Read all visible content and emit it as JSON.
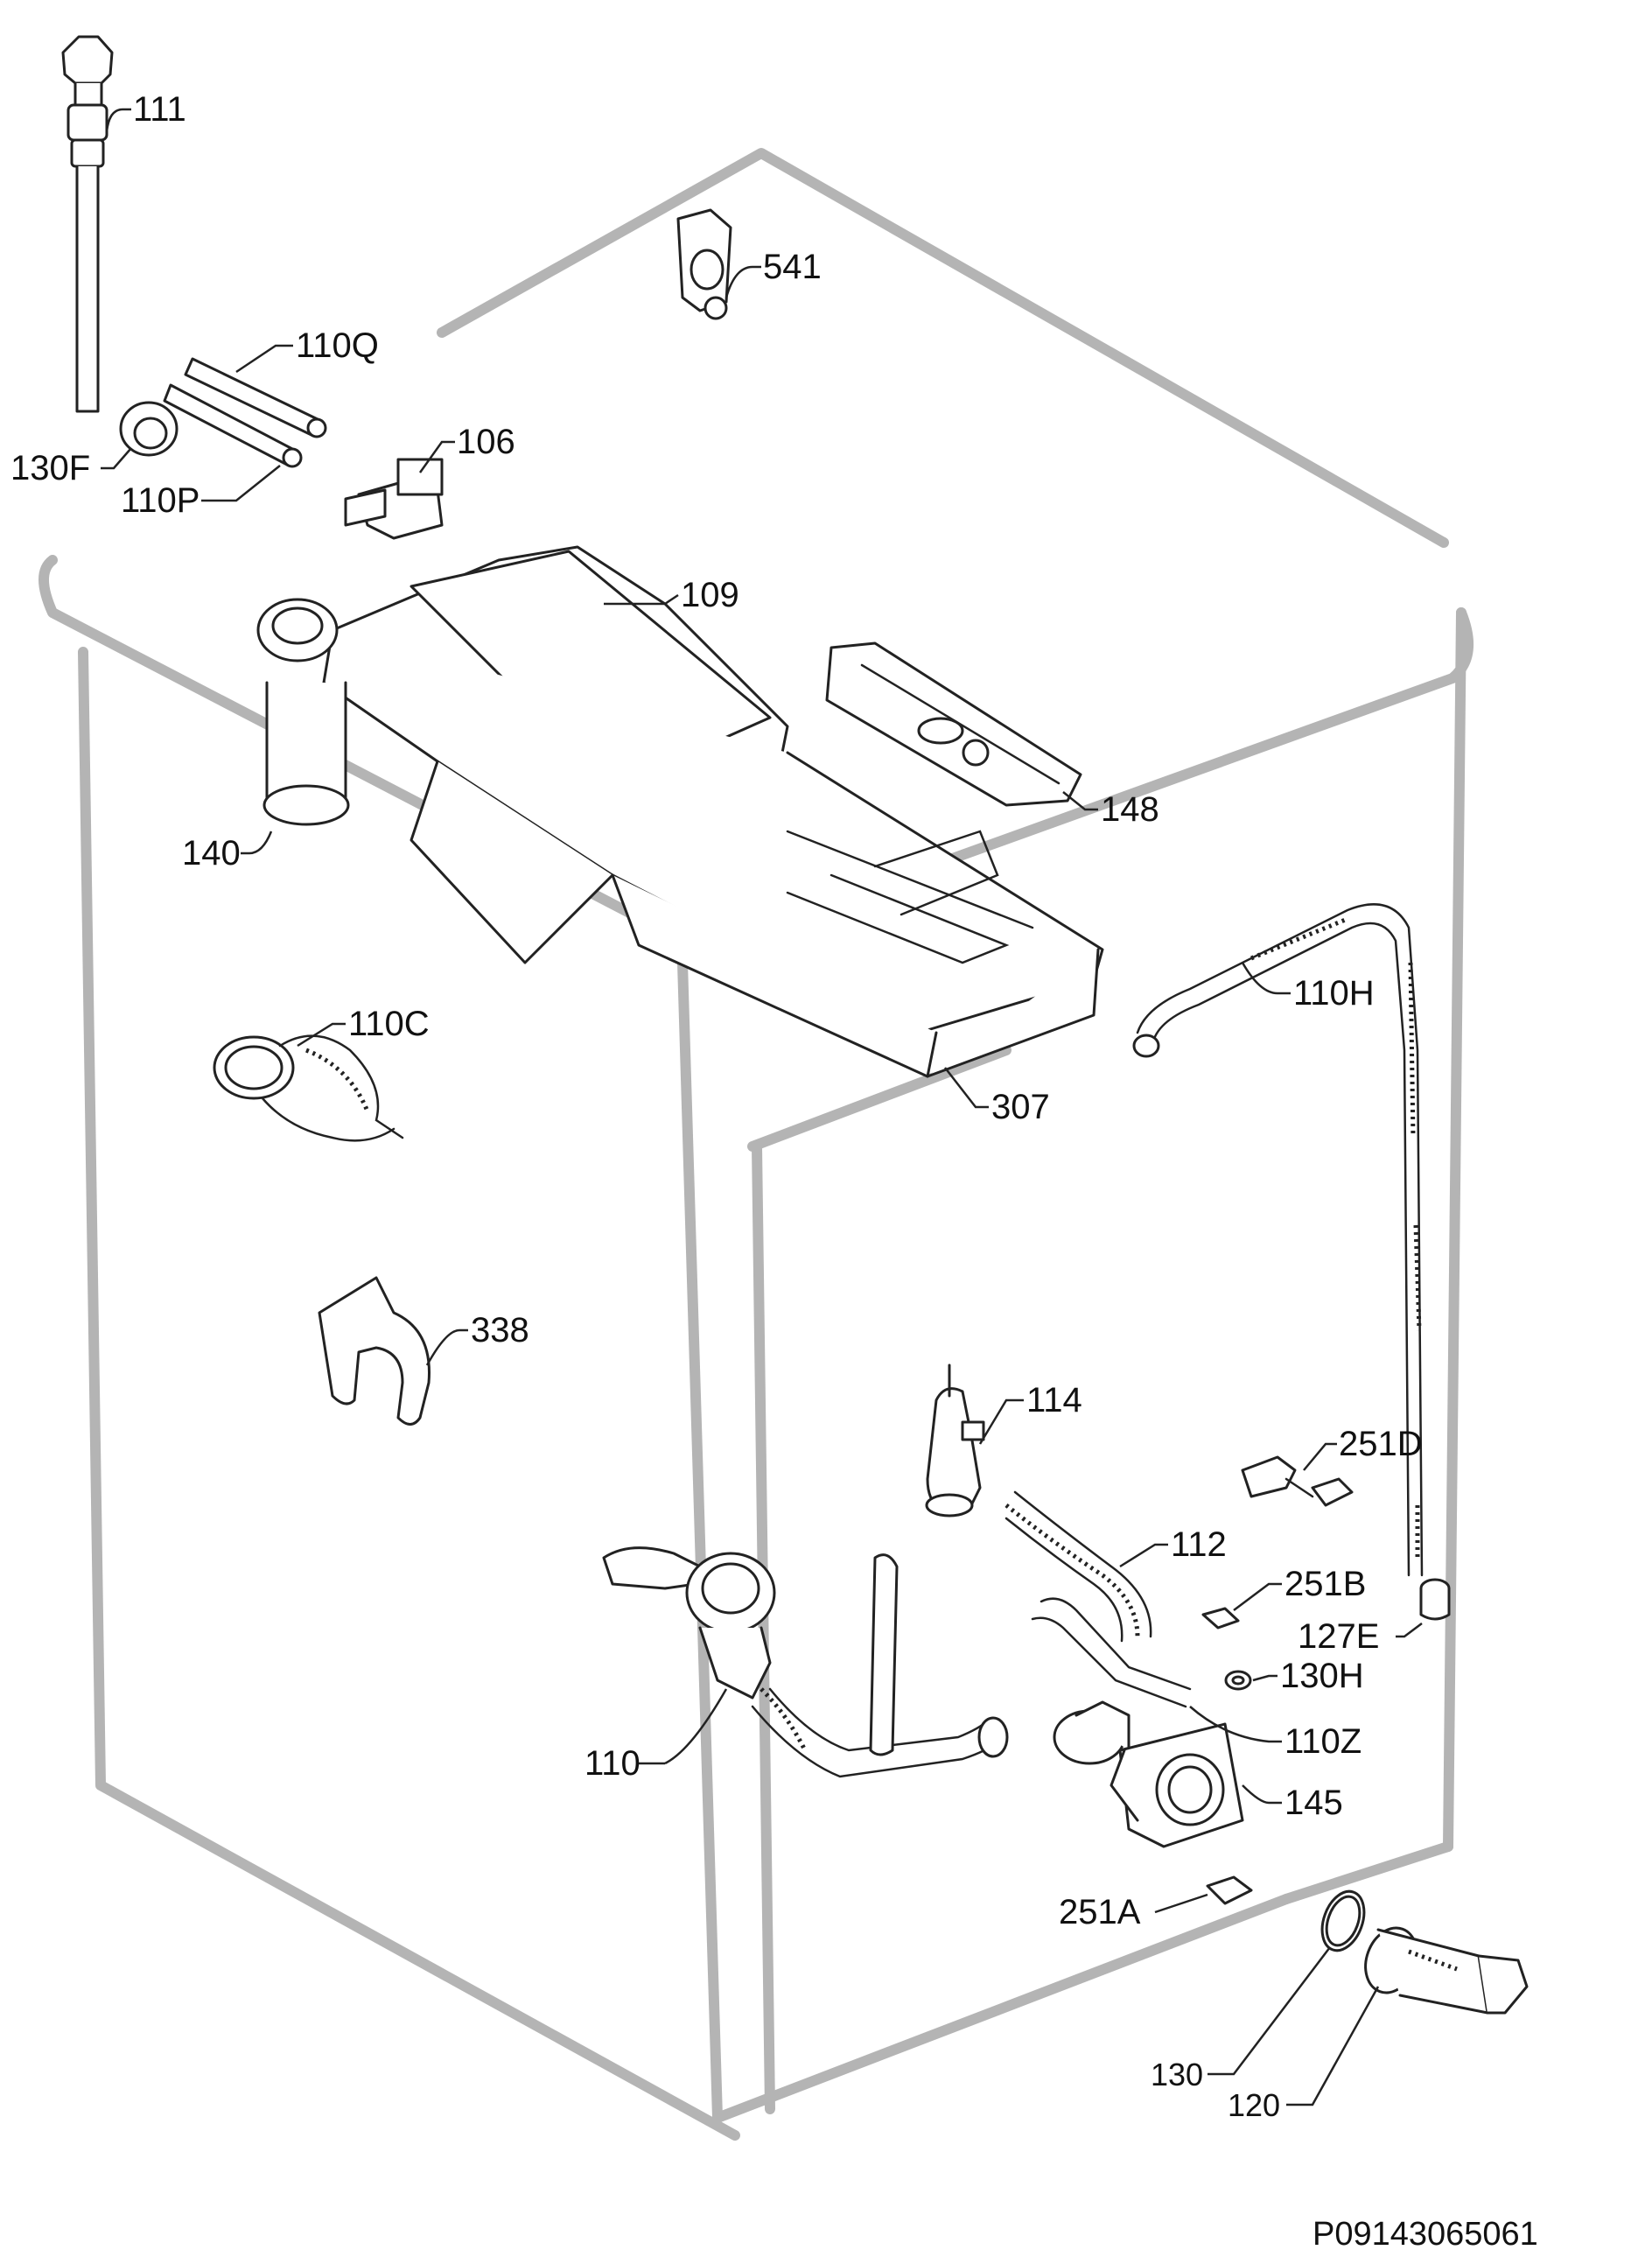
{
  "labels": {
    "p111": "111",
    "p541": "541",
    "p110Q": "110Q",
    "p106": "106",
    "p130F": "130F",
    "p110P": "110P",
    "p109": "109",
    "p148": "148",
    "p140": "140",
    "p110H": "110H",
    "p110C": "110C",
    "p307": "307",
    "p338": "338",
    "p114": "114",
    "p251D": "251D",
    "p112": "112",
    "p251B": "251B",
    "p127E": "127E",
    "p130H": "130H",
    "p110": "110",
    "p110Z": "110Z",
    "p145": "145",
    "p251A": "251A",
    "p130": "130",
    "p120": "120"
  },
  "document_code": "P09143065061"
}
